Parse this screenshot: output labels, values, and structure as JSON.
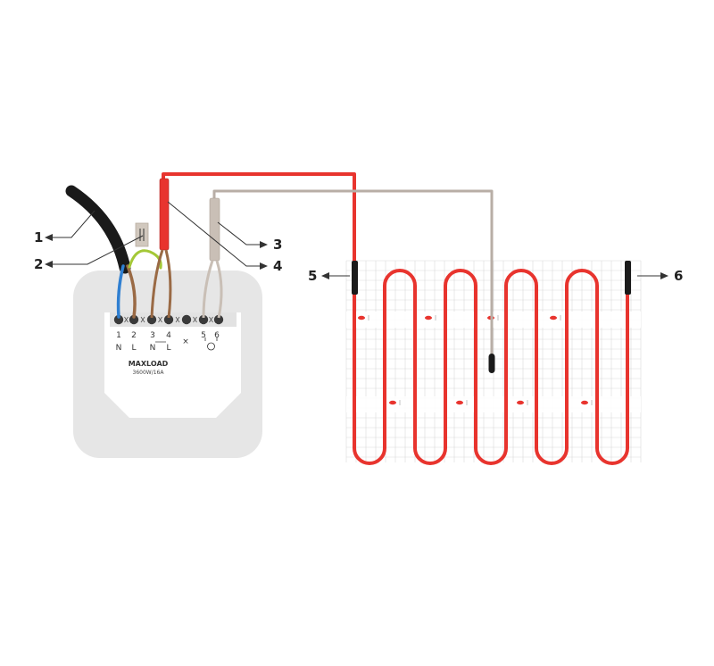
{
  "colors": {
    "heating_cable": "#e8342e",
    "signal_wire": "#b8aea6",
    "blue_wire": "#2f7fd1",
    "brown_wire": "#9a6a45",
    "earth_wire": "#a4c837",
    "black_cable": "#1a1a1a",
    "thermostat_body": "#e6e6e6",
    "grid": "#d9d9d9"
  },
  "callouts": [
    {
      "id": "1",
      "label": "1"
    },
    {
      "id": "2",
      "label": "2"
    },
    {
      "id": "3",
      "label": "3"
    },
    {
      "id": "4",
      "label": "4"
    },
    {
      "id": "5",
      "label": "5"
    },
    {
      "id": "6",
      "label": "6"
    }
  ],
  "thermostat": {
    "terminals": [
      {
        "num": "1",
        "sym": "N"
      },
      {
        "num": "2",
        "sym": "L"
      },
      {
        "num": "3",
        "sym": "N"
      },
      {
        "num": "4",
        "sym": "L"
      },
      {
        "num": "5",
        "sym": ""
      },
      {
        "num": "6",
        "sym": ""
      }
    ],
    "maxload_label": "MAXLOAD",
    "maxload_spec": "3600W/16A",
    "separator": "×"
  },
  "icons": {
    "arrow": "arrow-icon",
    "sensor_symbol": "sensor-icon",
    "earth_symbol": "earth-icon"
  }
}
